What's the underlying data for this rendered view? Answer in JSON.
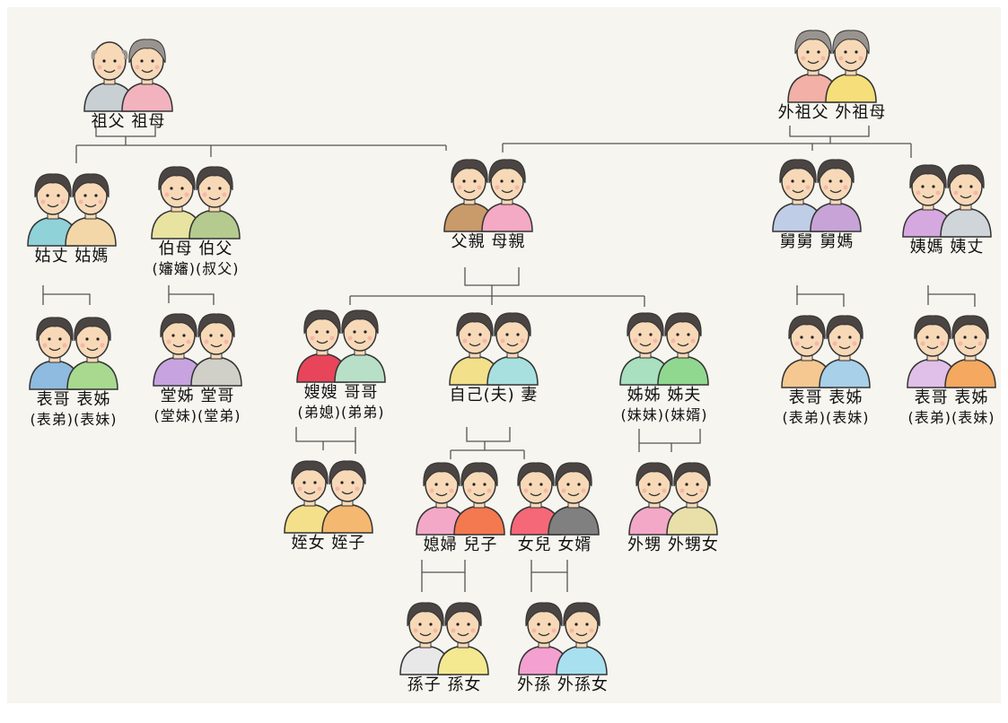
{
  "diagram": {
    "colors": {
      "skin": "#f7d9b8",
      "hair": "#4a4442",
      "grey_hair": "#9a9490",
      "line": "#555555"
    },
    "nodes": [
      {
        "id": "paternal-grandparents",
        "label": "祖父 祖母",
        "sub": "",
        "a": "#c9d0d4",
        "b": "#f2b3be",
        "hair_a": "bald",
        "hair_b": "grey"
      },
      {
        "id": "maternal-grandparents",
        "label": "外祖父 外祖母",
        "sub": "",
        "a": "#f2b0a6",
        "b": "#f6df7a",
        "hair_a": "grey",
        "hair_b": "grey"
      },
      {
        "id": "aunt-fathers-sister",
        "label": "姑丈 姑媽",
        "sub": "",
        "a": "#8fd2d8",
        "b": "#f4d7a8"
      },
      {
        "id": "uncle-fathers-brother",
        "label": "伯母 伯父",
        "sub": "(嬸嬸)(叔父)",
        "a": "#e8e3a1",
        "b": "#b5ca8f"
      },
      {
        "id": "parents",
        "label": "父親 母親",
        "sub": "",
        "a": "#c99a6a",
        "b": "#f4a9c4"
      },
      {
        "id": "uncle-mothers-brother",
        "label": "舅舅 舅媽",
        "sub": "",
        "a": "#bfcde6",
        "b": "#c7a3d8"
      },
      {
        "id": "aunt-mothers-sister",
        "label": "姨媽 姨丈",
        "sub": "",
        "a": "#d6a8e0",
        "b": "#cfd5d8"
      },
      {
        "id": "cousins-paternal-aunt",
        "label": "表哥 表姊",
        "sub": "(表弟)(表妹)",
        "a": "#8fbbe0",
        "b": "#a8d98f"
      },
      {
        "id": "cousins-paternal-uncle",
        "label": "堂姊 堂哥",
        "sub": "(堂妹)(堂弟)",
        "a": "#c7a3e0",
        "b": "#d0d0c8"
      },
      {
        "id": "brother-and-wife",
        "label": "嫂嫂 哥哥",
        "sub": "(弟媳)(弟弟)",
        "a": "#e8455a",
        "b": "#b8e0c8"
      },
      {
        "id": "self-and-wife",
        "label": "自己(夫) 妻",
        "sub": "",
        "a": "#f2e08a",
        "b": "#a8e0e0"
      },
      {
        "id": "sister-and-husband",
        "label": "姊姊 姊夫",
        "sub": "(妹妹)(妹婿)",
        "a": "#a8e0c0",
        "b": "#90d890"
      },
      {
        "id": "cousins-maternal-uncle",
        "label": "表哥 表姊",
        "sub": "(表弟)(表妹)",
        "a": "#f4c890",
        "b": "#a8d0e8"
      },
      {
        "id": "cousins-maternal-aunt",
        "label": "表哥 表姊",
        "sub": "(表弟)(表妹)",
        "a": "#e0c0e8",
        "b": "#f4a860"
      },
      {
        "id": "niece-and-nephew",
        "label": "姪女 姪子",
        "sub": "",
        "a": "#f4e08a",
        "b": "#f4b870"
      },
      {
        "id": "son-and-daughter-in-law",
        "label": "媳婦 兒子",
        "sub": "",
        "a": "#f4a8c8",
        "b": "#f47850"
      },
      {
        "id": "daughter-and-son-in-law",
        "label": "女兒 女婿",
        "sub": "",
        "a": "#f46878",
        "b": "#808080"
      },
      {
        "id": "sisters-children",
        "label": "外甥 外甥女",
        "sub": "",
        "a": "#f4a8c8",
        "b": "#e8e0a8"
      },
      {
        "id": "sons-children",
        "label": "孫子 孫女",
        "sub": "",
        "a": "#e8e8e8",
        "b": "#f4e890"
      },
      {
        "id": "daughters-children",
        "label": "外孫 外孫女",
        "sub": "",
        "a": "#f4a0d0",
        "b": "#a8e0f0"
      }
    ]
  }
}
